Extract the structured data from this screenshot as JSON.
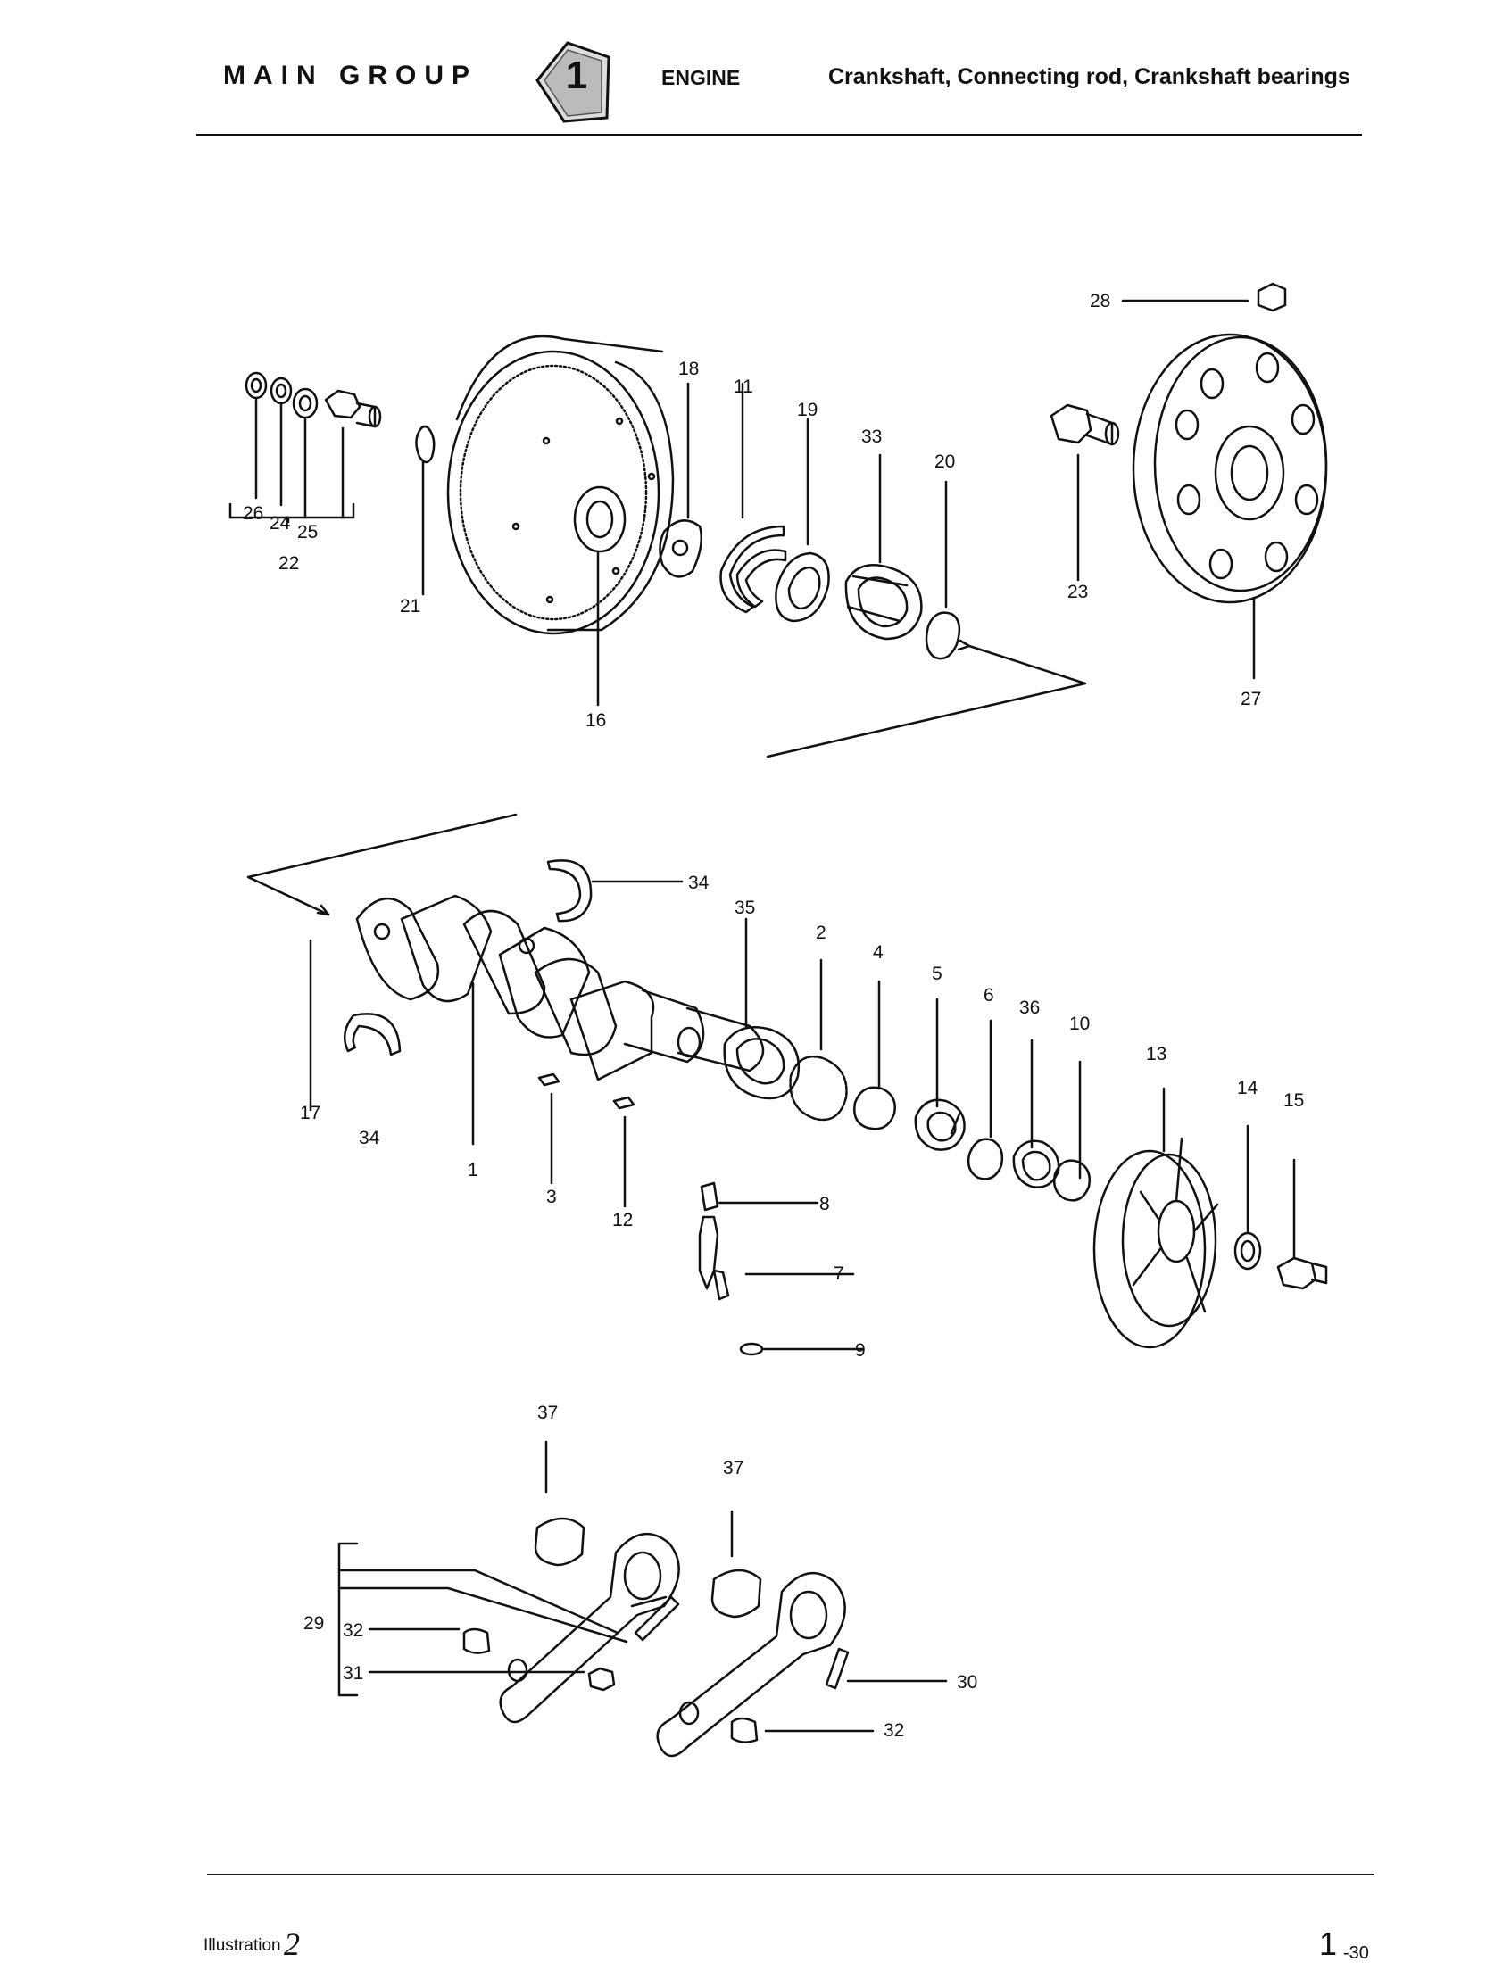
{
  "header": {
    "main_group": "MAIN GROUP",
    "group_number": "1",
    "section": "ENGINE",
    "title": "Crankshaft, Connecting rod, Crankshaft bearings"
  },
  "callouts": [
    "28",
    "18",
    "11",
    "19",
    "33",
    "20",
    "26",
    "24",
    "25",
    "22",
    "21",
    "16",
    "23",
    "27",
    "34",
    "35",
    "2",
    "4",
    "5",
    "6",
    "36",
    "10",
    "13",
    "14",
    "15",
    "17",
    "34",
    "1",
    "3",
    "12",
    "8",
    "7",
    "9",
    "37",
    "37",
    "29",
    "32",
    "31",
    "30",
    "32"
  ],
  "footer": {
    "illustration_label": "Illustration",
    "illustration_number": "2",
    "page_main": "1",
    "page_sub": "-30"
  }
}
